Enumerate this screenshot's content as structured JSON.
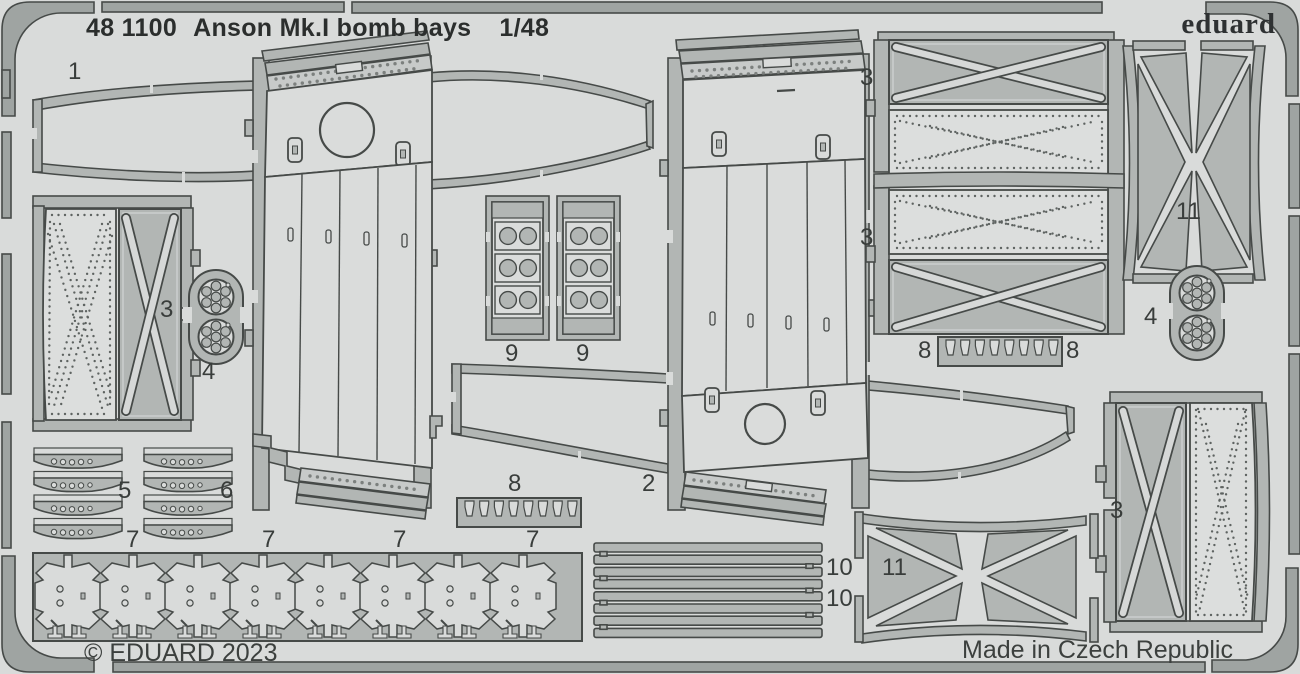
{
  "header": {
    "catalog": "48 1100",
    "title": "Anson Mk.I bomb bays",
    "scale": "1/48",
    "brand": "eduard"
  },
  "footer": {
    "copyright": "© EDUARD 2023",
    "made_in": "Made in Czech Republic"
  },
  "colors": {
    "background": "#d9dbda",
    "metal": "#b2b6b4",
    "frame": "#9fa4a2",
    "outline": "#464a48",
    "text": "#393d3b"
  },
  "labels": [
    {
      "text": "1"
    },
    {
      "text": "3"
    },
    {
      "text": "4"
    },
    {
      "text": "5"
    },
    {
      "text": "6"
    },
    {
      "text": "7"
    },
    {
      "text": "7"
    },
    {
      "text": "7"
    },
    {
      "text": "7"
    },
    {
      "text": "8"
    },
    {
      "text": "9"
    },
    {
      "text": "9"
    },
    {
      "text": "2"
    },
    {
      "text": "3"
    },
    {
      "text": "3"
    },
    {
      "text": "8"
    },
    {
      "text": "8"
    },
    {
      "text": "11"
    },
    {
      "text": "4"
    },
    {
      "text": "3"
    },
    {
      "text": "10"
    },
    {
      "text": "10"
    },
    {
      "text": "11"
    }
  ]
}
